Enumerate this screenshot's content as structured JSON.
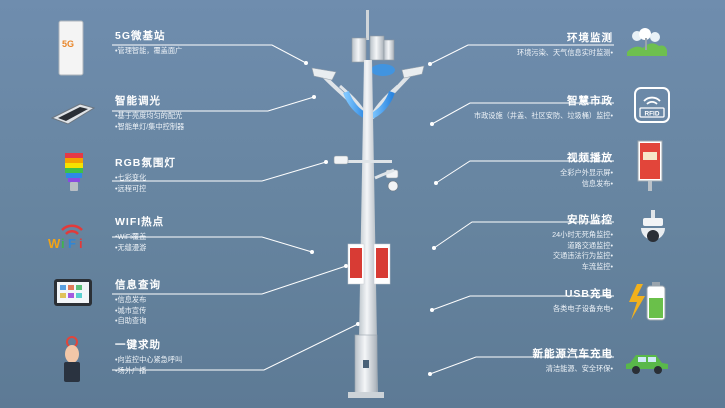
{
  "colors": {
    "background": "#6a88a6",
    "text": "#ffffff",
    "line": "#ffffff",
    "pole": "#e6eaee"
  },
  "features_left": [
    {
      "title": "5G微基站",
      "lines": [
        "•管理智能，覆盖面广"
      ],
      "icon": "5g-base-station-icon"
    },
    {
      "title": "智能调光",
      "lines": [
        "•基于亮度均匀的配光",
        "•智能单灯/集中控制器"
      ],
      "icon": "smart-lamp-icon"
    },
    {
      "title": "RGB氛围灯",
      "lines": [
        "•七彩变化",
        "•远程可控"
      ],
      "icon": "rgb-bulb-icon"
    },
    {
      "title": "WIFI热点",
      "lines": [
        "•WiFi覆盖",
        "•无缝漫游"
      ],
      "icon": "wifi-icon"
    },
    {
      "title": "信息查询",
      "lines": [
        "•信息发布",
        "•城市宣传",
        "•自助查询"
      ],
      "icon": "info-terminal-icon"
    },
    {
      "title": "一键求助",
      "lines": [
        "•向监控中心紧急呼叫",
        "•场外广播"
      ],
      "icon": "help-button-icon"
    }
  ],
  "features_right": [
    {
      "title": "环境监测",
      "lines": [
        "环境污染、天气信息实时监测•"
      ],
      "icon": "environment-monitor-icon"
    },
    {
      "title": "智慧市政",
      "lines": [
        "市政设施（井盖、社区安防、垃圾桶）监控•"
      ],
      "icon": "rfid-icon",
      "icon_text": "RFID"
    },
    {
      "title": "视频播放",
      "lines": [
        "全彩户外显示屏•",
        "信息发布•"
      ],
      "icon": "display-screen-icon"
    },
    {
      "title": "安防监控",
      "lines": [
        "24小时无死角监控•",
        "道路交通监控•",
        "交通违法行为监控•",
        "车流监控•"
      ],
      "icon": "security-camera-icon"
    },
    {
      "title": "USB充电",
      "lines": [
        "各类电子设备充电•"
      ],
      "icon": "usb-battery-icon"
    },
    {
      "title": "新能源汽车充电",
      "lines": [
        "清洁能源、安全环保•"
      ],
      "icon": "ev-car-icon"
    }
  ]
}
